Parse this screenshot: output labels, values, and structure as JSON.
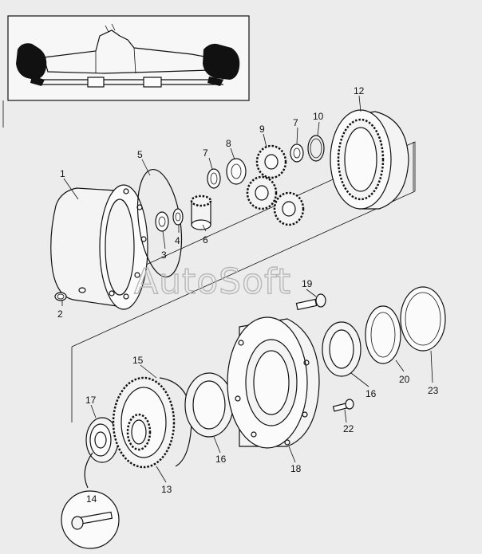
{
  "watermark": "AutoSoft",
  "callouts": [
    {
      "id": "1",
      "text": "1"
    },
    {
      "id": "2",
      "text": "2"
    },
    {
      "id": "3",
      "text": "3"
    },
    {
      "id": "4",
      "text": "4"
    },
    {
      "id": "5",
      "text": "5"
    },
    {
      "id": "6",
      "text": "6"
    },
    {
      "id": "7a",
      "text": "7"
    },
    {
      "id": "7b",
      "text": "7"
    },
    {
      "id": "8",
      "text": "8"
    },
    {
      "id": "9",
      "text": "9"
    },
    {
      "id": "10",
      "text": "10"
    },
    {
      "id": "12",
      "text": "12"
    },
    {
      "id": "13",
      "text": "13"
    },
    {
      "id": "14",
      "text": "14"
    },
    {
      "id": "15",
      "text": "15"
    },
    {
      "id": "16a",
      "text": "16"
    },
    {
      "id": "16b",
      "text": "16"
    },
    {
      "id": "17",
      "text": "17"
    },
    {
      "id": "18",
      "text": "18"
    },
    {
      "id": "19",
      "text": "19"
    },
    {
      "id": "20",
      "text": "20"
    },
    {
      "id": "22",
      "text": "22"
    },
    {
      "id": "23",
      "text": "23"
    }
  ]
}
